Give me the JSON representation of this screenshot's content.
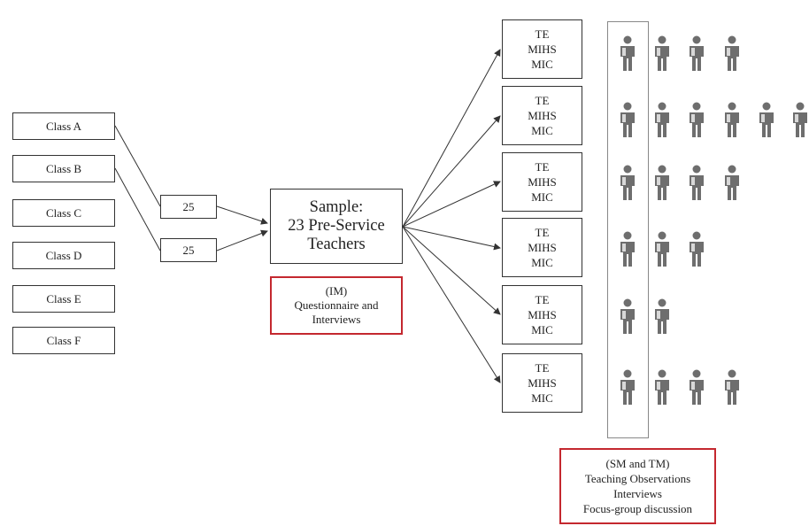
{
  "classes": [
    "Class A",
    "Class B",
    "Class C",
    "Class D",
    "Class E",
    "Class F"
  ],
  "counts": [
    "25",
    "25"
  ],
  "sample": {
    "line1": "Sample:",
    "line2": "23 Pre-Service",
    "line3": "Teachers"
  },
  "initial_methods": {
    "line1": "(IM)",
    "line2": "Questionnaire and",
    "line3": "Interviews"
  },
  "groups": [
    {
      "l1": "TE",
      "l2": "MIHS",
      "l3": "MIC",
      "participants": 4
    },
    {
      "l1": "TE",
      "l2": "MIHS",
      "l3": "MIC",
      "participants": 6
    },
    {
      "l1": "TE",
      "l2": "MIHS",
      "l3": "MIC",
      "participants": 4
    },
    {
      "l1": "TE",
      "l2": "MIHS",
      "l3": "MIC",
      "participants": 3
    },
    {
      "l1": "TE",
      "l2": "MIHS",
      "l3": "MIC",
      "participants": 2
    },
    {
      "l1": "TE",
      "l2": "MIHS",
      "l3": "MIC",
      "participants": 4
    }
  ],
  "subsequent_methods": {
    "line1": "(SM and TM)",
    "line2": "Teaching Observations",
    "line3": "Interviews",
    "line4": "Focus-group discussion"
  },
  "colors": {
    "red_border": "#c4282f",
    "line": "#333333",
    "figure": "#6e6e6e"
  }
}
